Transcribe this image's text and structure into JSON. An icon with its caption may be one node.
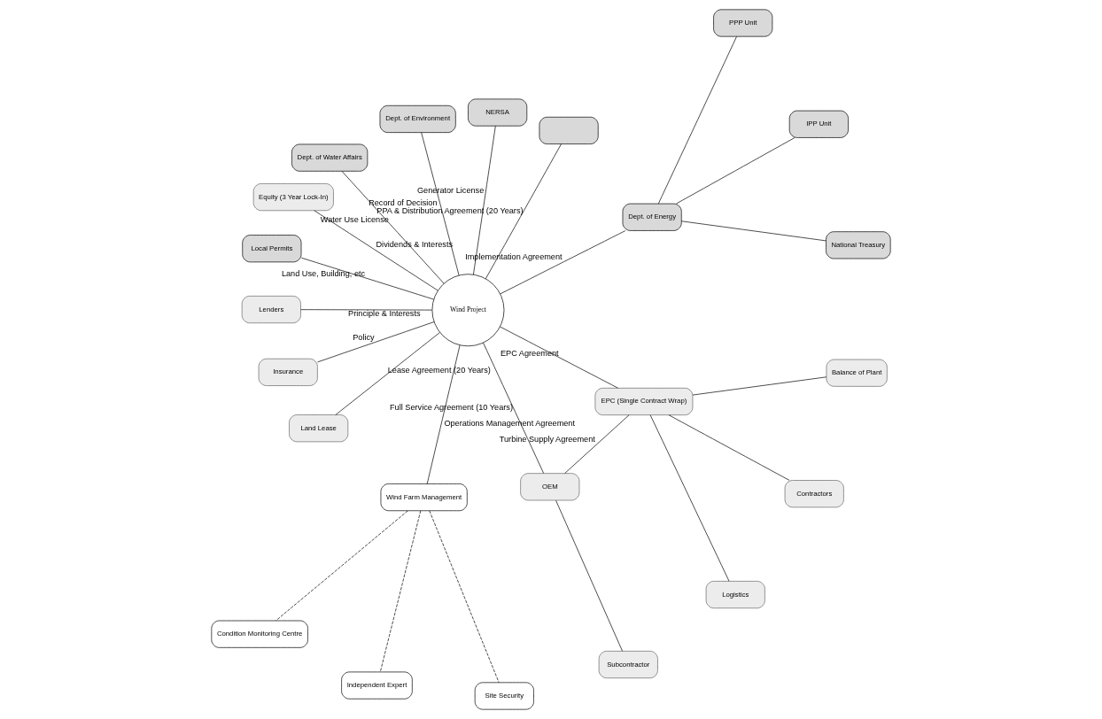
{
  "diagram": {
    "nodes": [
      {
        "text": [
          "National Treasury"
        ]
      },
      {
        "text": [
          "Dept. of Energy"
        ]
      },
      {
        "text": [
          "IPP Unit"
        ]
      },
      {
        "text": [
          "PPP Unit"
        ]
      },
      {
        "text": [],
        "shape": "box"
      },
      {
        "text": [
          "NERSA"
        ]
      },
      {
        "text": [
          "Dept. of Environment"
        ]
      },
      {
        "text": [
          "Dept. of Water Affairs"
        ]
      },
      {
        "text": [
          "Equity (3 Year Lock-In)"
        ]
      },
      {
        "text": [
          "Wind Project"
        ]
      },
      {
        "text": [
          "Local Permits"
        ]
      },
      {
        "text": [
          "Lenders"
        ]
      },
      {
        "text": [
          "Insurance"
        ]
      },
      {
        "text": [
          "Land Lease"
        ]
      },
      {
        "text": [
          "Wind Farm Management"
        ]
      },
      {
        "text": [
          "OEM"
        ]
      },
      {
        "text": [
          "EPC (Single Contract Wrap)"
        ]
      },
      {
        "text": [
          "Condition Monitoring Centre"
        ]
      },
      {
        "text": [
          "Independent Expert"
        ]
      },
      {
        "text": [
          "Site Security"
        ]
      },
      {
        "text": [
          "Subcontractor"
        ]
      },
      {
        "text": [
          "Logistics"
        ]
      },
      {
        "text": [
          "Contractors"
        ]
      },
      {
        "text": [
          "Balance of Plant"
        ]
      }
    ],
    "edges": [
      {
        "from": 1,
        "to": 0,
        "arrow": "none"
      },
      {
        "from": 1,
        "to": 2,
        "arrow": "none"
      },
      {
        "from": 1,
        "to": 3,
        "arrow": "none"
      },
      {
        "from": 9,
        "to": 1,
        "arrow": "none",
        "label": "Implementation Agreement"
      },
      {
        "from": 9,
        "to": 4,
        "arrow": "none",
        "label": "PPA & Distribution Agreement (20 Years)"
      },
      {
        "from": 9,
        "to": 5,
        "arrow": "none",
        "label": "Generator License"
      },
      {
        "from": 9,
        "to": 6,
        "arrow": "none",
        "label": "Record of Decision"
      },
      {
        "from": 9,
        "to": 7,
        "arrow": "none",
        "label": "Water Use License"
      },
      {
        "from": 9,
        "to": 8,
        "arrow": "none",
        "label": "Dividends & Interests"
      },
      {
        "from": 9,
        "to": 10,
        "arrow": "none",
        "label": "Land Use, Building, etc"
      },
      {
        "from": 9,
        "to": 11,
        "arrow": "none",
        "label": "Principle & Interests"
      },
      {
        "from": 9,
        "to": 12,
        "arrow": "none",
        "label": "Policy"
      },
      {
        "from": 9,
        "to": 13,
        "arrow": "none",
        "label": "Lease Agreement (20 Years)"
      },
      {
        "from": 9,
        "to": 14,
        "arrow": "none",
        "label": "Operations Management Agreement"
      },
      {
        "from": 9,
        "to": 15,
        "arrow": "none",
        "label": "Full Service Agreement (10 Years)"
      },
      {
        "from": 9,
        "to": 16,
        "arrow": "none",
        "label": "EPC Agreement"
      },
      {
        "from": 15,
        "to": 16,
        "arrow": "none",
        "label": "Turbine Supply Agreement"
      },
      {
        "from": 14,
        "to": 17,
        "arrow": "none",
        "style": "dashed"
      },
      {
        "from": 14,
        "to": 18,
        "arrow": "none",
        "style": "dashed"
      },
      {
        "from": 14,
        "to": 19,
        "arrow": "none",
        "style": "dashed"
      },
      {
        "from": 15,
        "to": 20,
        "arrow": "none"
      },
      {
        "from": 16,
        "to": 21,
        "arrow": "none"
      },
      {
        "from": 16,
        "to": 22,
        "arrow": "none"
      },
      {
        "from": 16,
        "to": 23,
        "arrow": "none"
      }
    ]
  }
}
